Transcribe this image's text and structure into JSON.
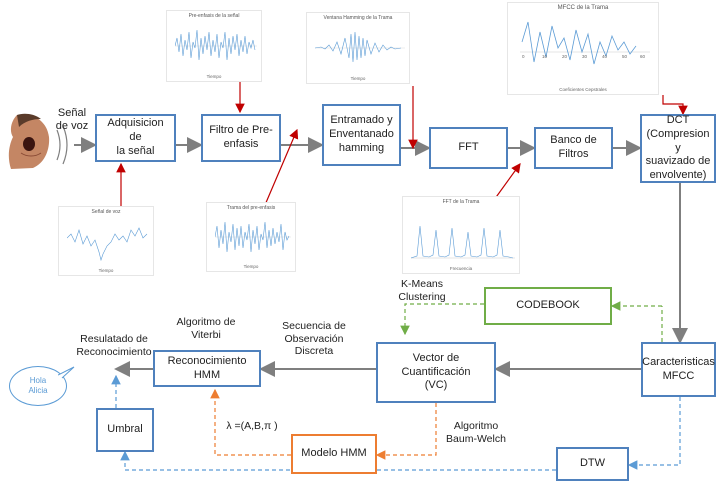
{
  "input": {
    "label": "Señal\nde voz"
  },
  "boxes": {
    "adquisicion": "Adquisicion de\nla señal",
    "filtro": "Filtro de Pre-\nenfasis",
    "entramado": "Entramado y\nEnventanado\nhamming",
    "fft": "FFT",
    "banco": "Banco de\nFiltros",
    "dct": "DCT\n(Compresion y\nsuavizado de\nenvolvente)",
    "caracteristicas": "Caracteristicas\nMFCC",
    "vector": "Vector de Cuantificación\n(VC)",
    "reconocimiento": "Reconocimiento\nHMM",
    "codebook": "CODEBOOK",
    "umbral": "Umbral",
    "modelo": "Modelo HMM",
    "dtw": "DTW"
  },
  "labels": {
    "kmeans": "K-Means\nClustering",
    "secuencia": "Secuencia de\nObservación\nDiscreta",
    "viterbi": "Algoritmo de\nViterbi",
    "resultado": "Resulatado de\nReconocimiento",
    "lambda": "λ =(A,B,π )",
    "baum": "Algoritmo\nBaum-Welch"
  },
  "bubble": "Hola\nAlicia",
  "thumbnails": {
    "preemphasis": {
      "title": "Pre-enfasis de la señal",
      "xlabel": "Tiempo"
    },
    "hamming": {
      "title": "Ventana Hamming de la Trama",
      "xlabel": "Tiempo"
    },
    "mfcc": {
      "title": "MFCC de la Trama",
      "xlabel": "Coeficientes Cepstrales",
      "xticks": [
        "0",
        "10",
        "20",
        "30",
        "40",
        "50",
        "60"
      ]
    },
    "senal": {
      "title": "Señal de voz",
      "xlabel": "Tiempo"
    },
    "trama": {
      "title": "Trama del pre-enfasis",
      "xlabel": "Tiempo"
    },
    "fft": {
      "title": "FFT de la Trama",
      "xlabel": "Frecuencia"
    }
  },
  "colors": {
    "box_blue": "#4f81bd",
    "codebook_green": "#70ad47",
    "hmm_orange": "#ed7d31",
    "arrow_gray": "#7f7f7f",
    "arrow_red": "#c00000",
    "dash_blue": "#5b9bd5"
  }
}
